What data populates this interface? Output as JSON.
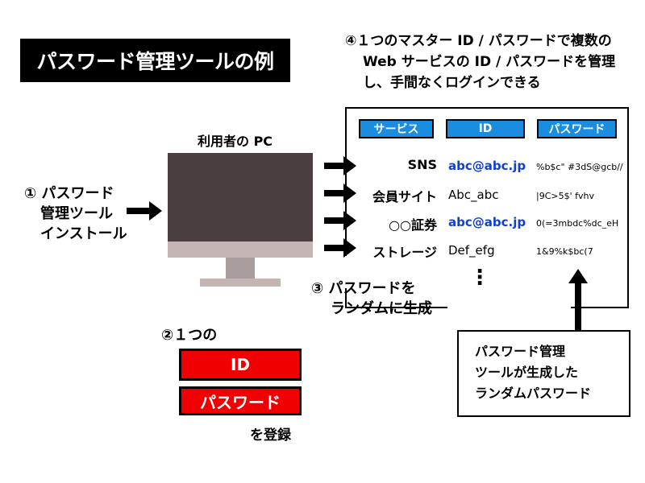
{
  "title": "パスワード管理ツールの例",
  "callout4": {
    "line1": "④１つのマスター ID / パスワードで複数の",
    "line2": "Web サービスの ID / パスワードを管理",
    "line3": "し、手間なくログインできる"
  },
  "pc_label": "利用者の PC",
  "step1": {
    "line1": "① パスワード",
    "line2": "管理ツール",
    "line3": "インストール"
  },
  "step2": {
    "label": "②１つの",
    "id_box": "ID",
    "pw_box": "パスワード",
    "register": "を登録"
  },
  "step3": {
    "line1": "③ パスワードを",
    "line2": "ランダムに生成"
  },
  "table_headers": [
    "サービス",
    "ID",
    "パスワード"
  ],
  "sites": [
    {
      "name": "SNS",
      "id": "abc@abc.jp",
      "password": "%b$c\" #3dS@gcb//"
    },
    {
      "name": "会員サイト",
      "id": "Abc_abc",
      "password": "|9C>5$' fvhv"
    },
    {
      "name": "○○証券",
      "id": "abc@abc.jp",
      "password": "0(=3mbdc%dc_eH"
    },
    {
      "name": "ストレージ",
      "id": "Def_efg",
      "password": "1&9%k$bc(7"
    }
  ],
  "more_marker": "⋮",
  "note": {
    "line1": "パスワード管理",
    "line2": "ツールが生成した",
    "line3": "ランダムパスワード"
  },
  "colors": {
    "header_blue": "#1a8de0",
    "red": "#f00000",
    "id_blue": "#1040d0",
    "monitor": "#4a3e3e",
    "stand": "#c4b4b4"
  }
}
